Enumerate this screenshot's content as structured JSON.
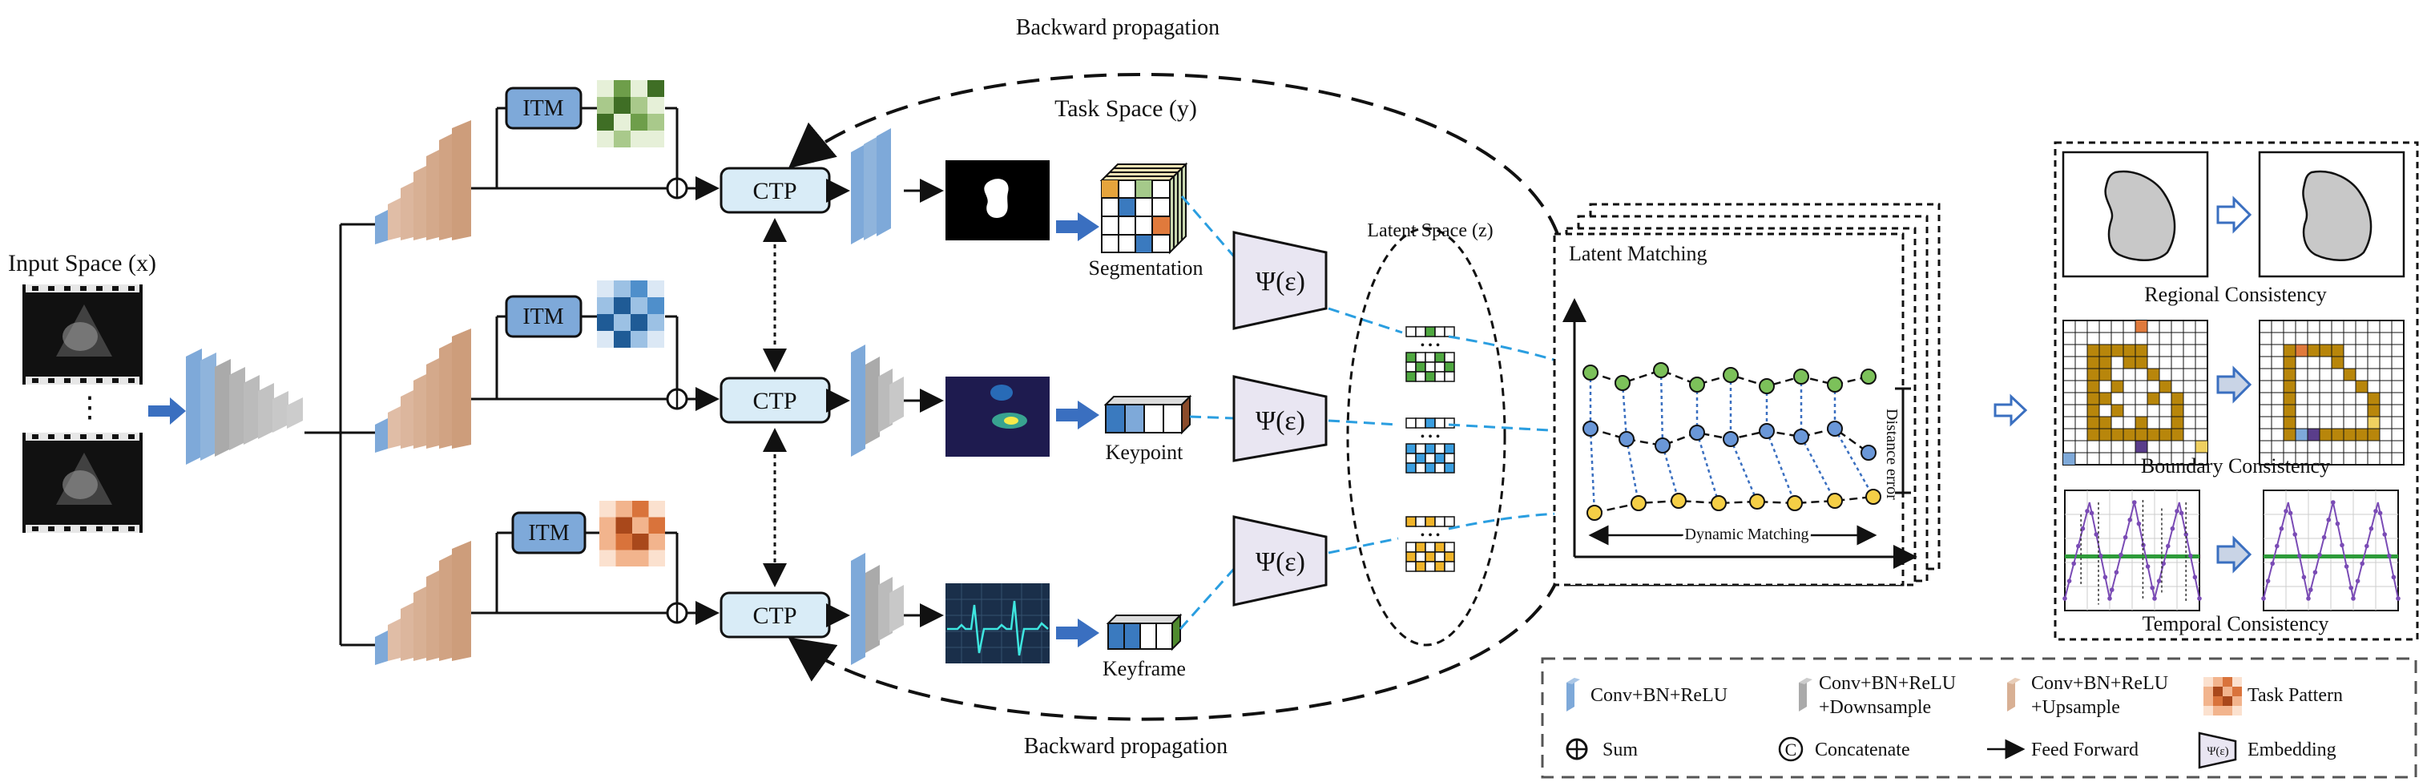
{
  "labels": {
    "input_space": "Input Space (x)",
    "backward_top": "Backward propagation",
    "backward_bottom": "Backward propagation",
    "task_space": "Task Space (y)",
    "latent_space": "Latent Space (z)",
    "latent_matching": "Latent Matching",
    "dynamic_matching": "Dynamic Matching",
    "distance_error": "Distance error",
    "itm": "ITM",
    "ctp": "CTP",
    "psi": "Ψ(ε)",
    "segmentation": "Segmentation",
    "keypoint": "Keypoint",
    "keyframe": "Keyframe",
    "regional": "Regional Consistency",
    "boundary": "Boundary Consistency",
    "temporal": "Temporal Consistency",
    "dots": "• • •",
    "vdots": "⋮"
  },
  "legend": {
    "conv": "Conv+BN+ReLU",
    "down_1": "Conv+BN+ReLU",
    "down_2": "+Downsample",
    "up_1": "Conv+BN+ReLU",
    "up_2": "+Upsample",
    "task_pattern": "Task Pattern",
    "sum": "Sum",
    "concat": "Concatenate",
    "feed": "Feed Forward",
    "embedding": "Embedding",
    "embed_icon": "Ψ(ε)",
    "concat_icon": "C"
  },
  "colors": {
    "green": "#4f8a2e",
    "blue": "#2f6da8",
    "orange": "#e07a3c",
    "ctp_fill": "#d9ecf7",
    "itm_fill": "#7ea9d9",
    "arrow_blue": "#3a6fc0",
    "dash_blue": "#2a9ee0",
    "boundary_brown": "#b8860b"
  }
}
